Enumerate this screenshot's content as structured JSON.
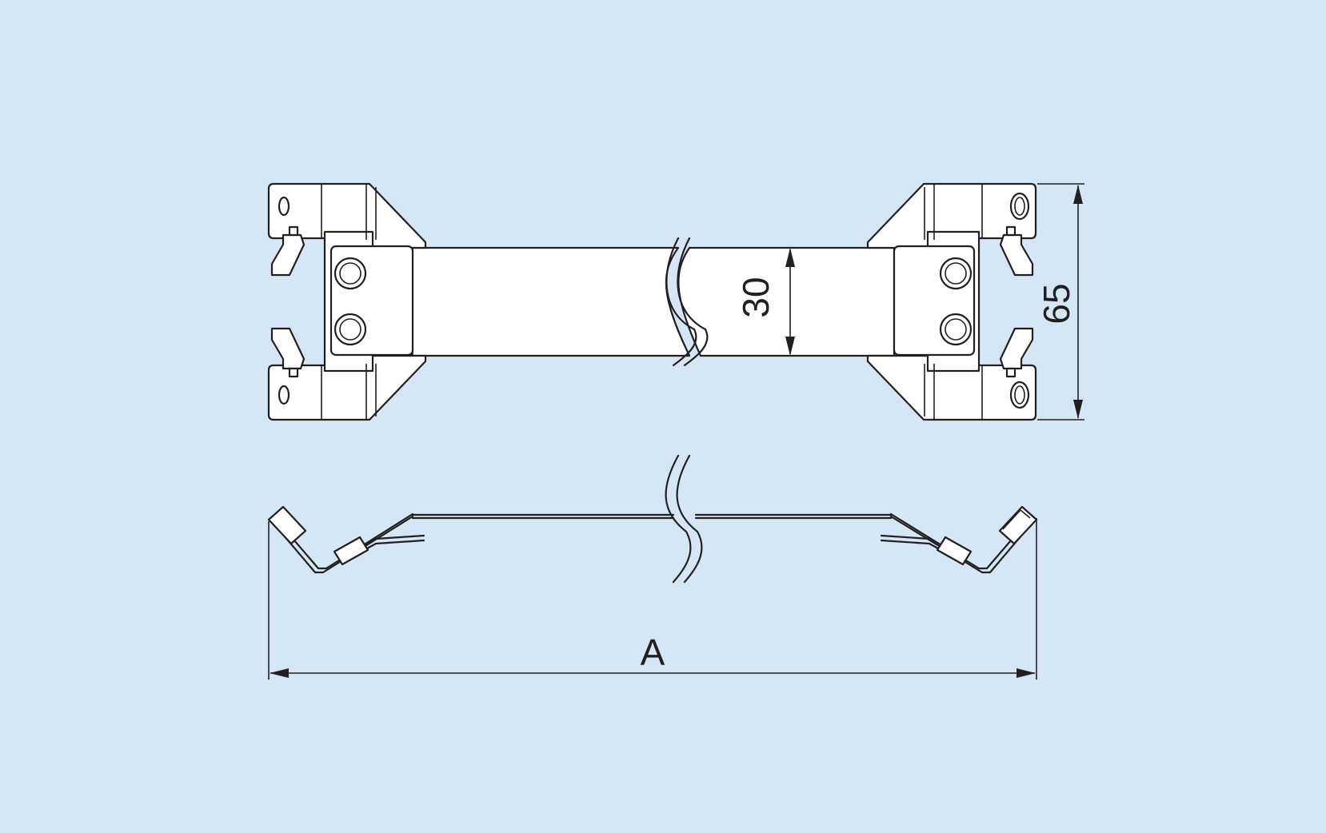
{
  "colors": {
    "background": "#d5e6f7",
    "line": "#231f20",
    "part_fill": "#ffffff"
  },
  "dimensions": {
    "height_label": "65",
    "width_label": "30",
    "length_label": "A"
  }
}
